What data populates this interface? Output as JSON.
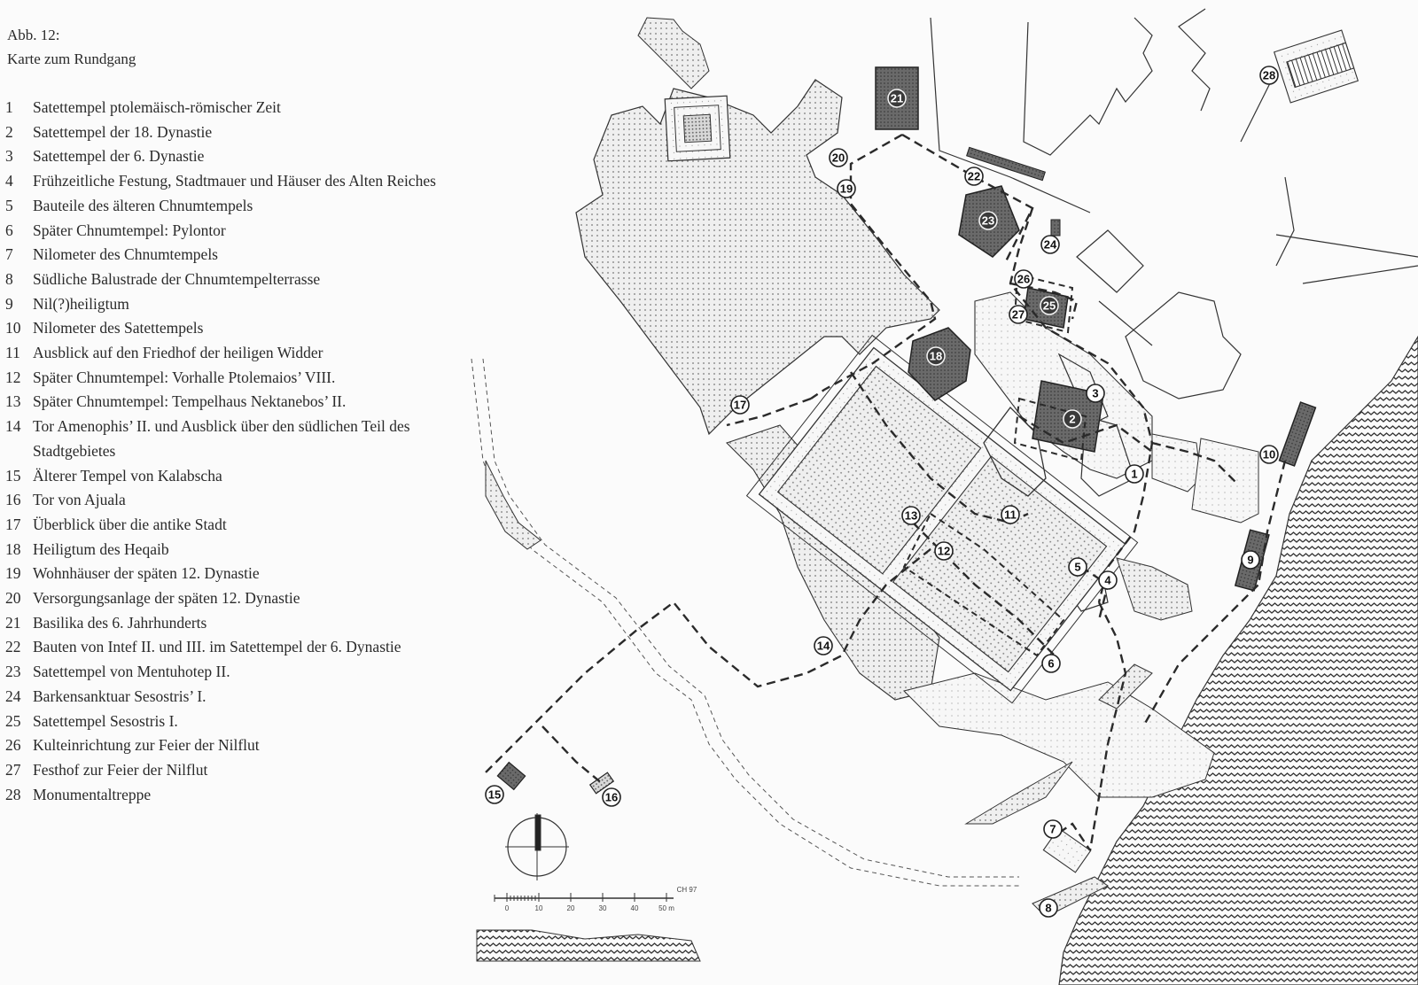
{
  "figure": {
    "label": "Abb. 12:",
    "title": "Karte zum Rundgang"
  },
  "legend": [
    {
      "num": "1",
      "text": "Satettempel ptolemäisch-römischer Zeit"
    },
    {
      "num": "2",
      "text": "Satettempel der 18. Dynastie"
    },
    {
      "num": "3",
      "text": "Satettempel der 6. Dynastie"
    },
    {
      "num": "4",
      "text": "Frühzeitliche Festung, Stadtmauer und Häuser des Alten Reiches"
    },
    {
      "num": "5",
      "text": "Bauteile des älteren Chnumtempels"
    },
    {
      "num": "6",
      "text": "Später Chnumtempel: Pylontor"
    },
    {
      "num": "7",
      "text": "Nilometer des Chnumtempels"
    },
    {
      "num": "8",
      "text": "Südliche Balustrade der Chnumtempelterrasse"
    },
    {
      "num": "9",
      "text": "Nil(?)heiligtum"
    },
    {
      "num": "10",
      "text": "Nilometer des Satettempels"
    },
    {
      "num": "11",
      "text": "Ausblick auf den Friedhof der heiligen Widder"
    },
    {
      "num": "12",
      "text": "Später Chnumtempel: Vorhalle Ptolemaios’ VIII."
    },
    {
      "num": "13",
      "text": "Später Chnumtempel: Tempelhaus Nektanebos’ II."
    },
    {
      "num": "14",
      "text": "Tor Amenophis’ II. und Ausblick über den südlichen Teil des Stadtgebietes"
    },
    {
      "num": "15",
      "text": "Älterer Tempel von Kalabscha"
    },
    {
      "num": "16",
      "text": "Tor von Ajuala"
    },
    {
      "num": "17",
      "text": "Überblick über die antike Stadt"
    },
    {
      "num": "18",
      "text": "Heiligtum des Heqaib"
    },
    {
      "num": "19",
      "text": "Wohnhäuser der späten 12. Dynastie"
    },
    {
      "num": "20",
      "text": "Versorgungsanlage der späten 12. Dynastie"
    },
    {
      "num": "21",
      "text": "Basilika des 6. Jahrhunderts"
    },
    {
      "num": "22",
      "text": "Bauten von Intef II. und III. im Satettempel der 6. Dynastie"
    },
    {
      "num": "23",
      "text": "Satettempel von Mentuhotep II."
    },
    {
      "num": "24",
      "text": "Barkensanktuar Sesostris’ I."
    },
    {
      "num": "25",
      "text": "Satettempel Sesostris I."
    },
    {
      "num": "26",
      "text": "Kulteinrichtung zur Feier der Nilflut"
    },
    {
      "num": "27",
      "text": "Festhof zur Feier der Nilflut"
    },
    {
      "num": "28",
      "text": "Monumentaltreppe"
    }
  ],
  "scale_bar": {
    "ticks": [
      "0",
      "10",
      "20",
      "30",
      "40",
      "50 m"
    ],
    "credit": "CH 97"
  },
  "colors": {
    "ink": "#2a2a2a",
    "paper": "#fbfbfb",
    "dark_fill": "#6a6a6a",
    "stipple": "#9a9a9a"
  }
}
